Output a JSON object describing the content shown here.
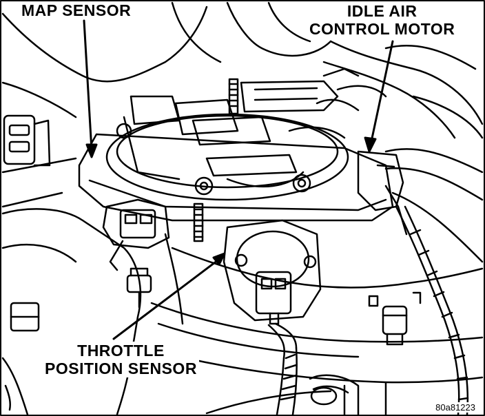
{
  "labels": {
    "map_sensor": "MAP SENSOR",
    "idle_air_line1": "IDLE AIR",
    "idle_air_line2": "CONTROL MOTOR",
    "tps_line1": "THROTTLE",
    "tps_line2": "POSITION SENSOR"
  },
  "figure_id": "80a81223",
  "colors": {
    "ink": "#000000",
    "paper": "#ffffff"
  }
}
